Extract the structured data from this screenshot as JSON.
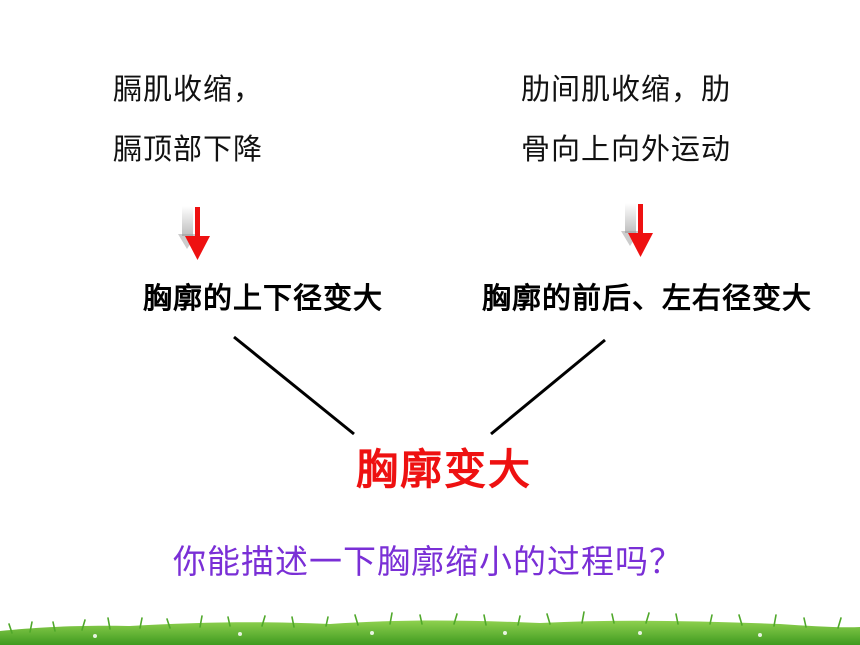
{
  "left_cause": {
    "line1": "膈肌收缩，",
    "line2": "膈顶部下降"
  },
  "right_cause": {
    "line1": "肋间肌收缩，肋",
    "line2": "骨向上向外运动"
  },
  "left_effect": "胸廓的上下径变大",
  "right_effect": "胸廓的前后、左右径变大",
  "conclusion": "胸廓变大",
  "question": "你能描述一下胸廓缩小的过程吗？",
  "colors": {
    "arrow": "#ee1111",
    "conclusion": "#ee1111",
    "question": "#7a2fd6",
    "connector": "#000000",
    "grass": "#5cb82c"
  }
}
